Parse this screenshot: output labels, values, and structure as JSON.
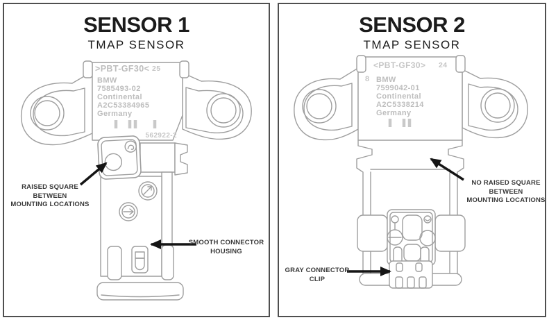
{
  "colors": {
    "panel_border": "#4f4f4f",
    "line_art": "#9e9e9e",
    "marking_text": "#bdbdbd",
    "title_text": "#1b1b1b",
    "annotation_text": "#383838",
    "arrow": "#151515"
  },
  "panels": [
    {
      "title": "SENSOR 1",
      "subtitle": "TMAP SENSOR",
      "markings": {
        "material": ">PBT-GF30<",
        "cavity_number": "25",
        "brand": "BMW",
        "oem_part_number": "7585493-02",
        "manufacturer": "Continental",
        "supplier_part_number": "A2C53384965",
        "origin": "Germany",
        "housing_code": "562922-2"
      },
      "annotations": [
        {
          "lines": [
            "RAISED SQUARE BETWEEN",
            "MOUNTING LOCATIONS"
          ]
        },
        {
          "lines": [
            "SMOOTH CONNECTOR",
            "HOUSING"
          ]
        }
      ]
    },
    {
      "title": "SENSOR 2",
      "subtitle": "TMAP SENSOR",
      "markings": {
        "material": "<PBT-GF30>",
        "cavity_number": "24",
        "mold_symbol": "8",
        "brand": "BMW",
        "oem_part_number": "7599042-01",
        "manufacturer": "Continental",
        "supplier_part_number": "A2C5338214",
        "origin": "Germany"
      },
      "annotations": [
        {
          "lines": [
            "NO RAISED SQUARE",
            "BETWEEN",
            "MOUNTING LOCATIONS"
          ]
        },
        {
          "lines": [
            "GRAY CONNECTOR",
            "CLIP"
          ]
        }
      ]
    }
  ]
}
